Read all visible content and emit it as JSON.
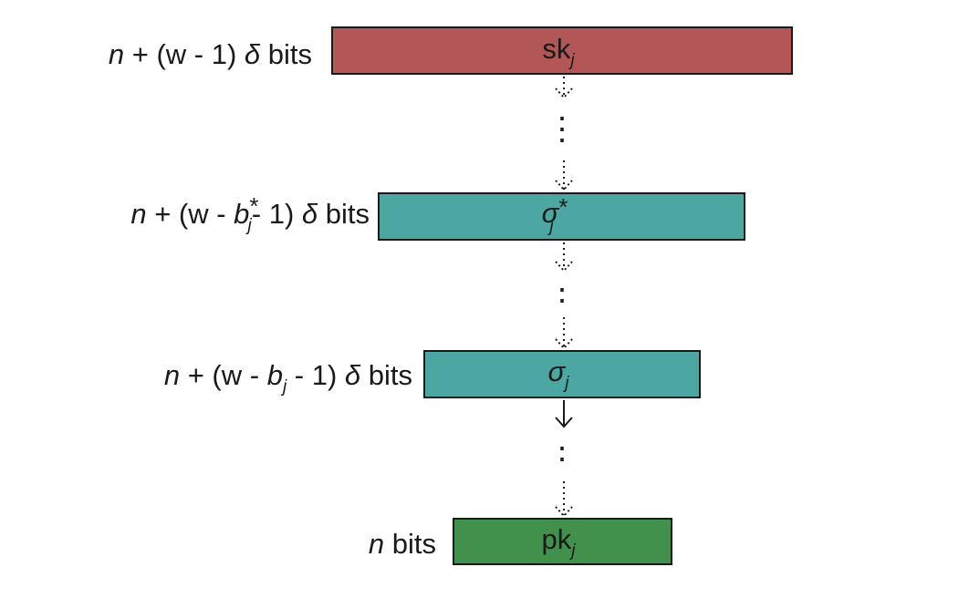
{
  "chain": [
    {
      "id": "sk",
      "label": {
        "var": "n",
        "pre_w": " + (w - ",
        "mid": "",
        "post": "1) ",
        "delta": "δ",
        "unit": " bits"
      },
      "box": {
        "main": "sk",
        "sub": "j",
        "star": ""
      },
      "color": "#b25657"
    },
    {
      "id": "sigma-star",
      "label": {
        "var": "n",
        "pre_w": " + (w - ",
        "b": "b",
        "b_sub": "j",
        "b_star": "*",
        "post": "- 1) ",
        "delta": "δ",
        "unit": " bits"
      },
      "box": {
        "main": "σ",
        "sub": "j",
        "star": "*"
      },
      "color": "#4ca6a1"
    },
    {
      "id": "sigma",
      "label": {
        "var": "n",
        "pre_w": " + (w - ",
        "b": "b",
        "b_sub": "j",
        "post": " - 1) ",
        "delta": "δ",
        "unit": " bits"
      },
      "box": {
        "main": "σ",
        "sub": "j",
        "star": ""
      },
      "color": "#4ca6a1"
    },
    {
      "id": "pk",
      "label": {
        "var": "n",
        "unit": " bits"
      },
      "box": {
        "main": "pk",
        "sub": "j",
        "star": ""
      },
      "color": "#41904b"
    }
  ]
}
